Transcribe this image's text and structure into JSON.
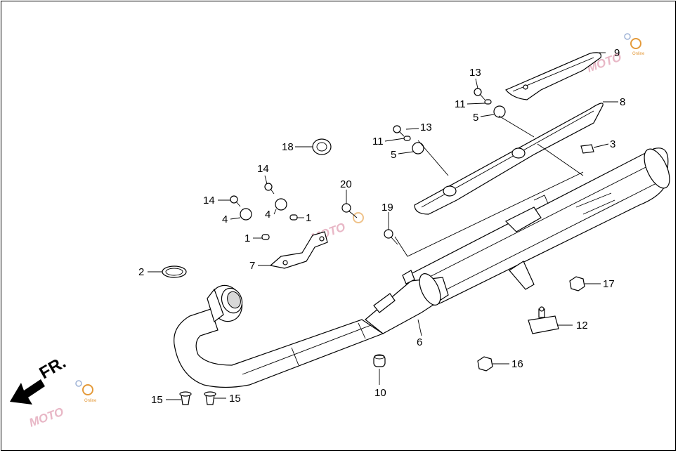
{
  "diagram": {
    "direction_label": "FR.",
    "watermark_text": "MOTO",
    "watermark_subtext": "Online",
    "callouts": {
      "c1a": "1",
      "c1b": "1",
      "c2": "2",
      "c3": "3",
      "c4a": "4",
      "c4b": "4",
      "c5a": "5",
      "c5b": "5",
      "c6": "6",
      "c7": "7",
      "c8": "8",
      "c9": "9",
      "c10": "10",
      "c11a": "11",
      "c11b": "11",
      "c12": "12",
      "c13a": "13",
      "c13b": "13",
      "c14a": "14",
      "c14b": "14",
      "c15a": "15",
      "c15b": "15",
      "c16": "16",
      "c17": "17",
      "c18": "18",
      "c19": "19",
      "c20": "20"
    },
    "colors": {
      "line": "#000000",
      "watermark_pink": "#e3a6b8",
      "watermark_orange": "#e49a3a"
    }
  }
}
